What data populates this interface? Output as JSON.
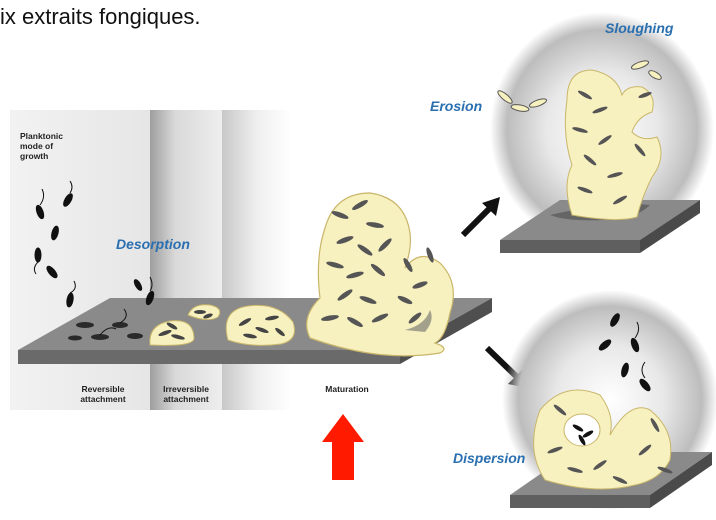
{
  "caption": "ix extraits fongiques.",
  "labels": {
    "planktonic": [
      "Planktonic",
      "mode of",
      "growth"
    ],
    "desorption": "Desorption",
    "erosion": "Erosion",
    "sloughing": "Sloughing",
    "dispersion": "Dispersion",
    "stages": {
      "reversible": [
        "Reversible",
        "attachment"
      ],
      "irreversible": [
        "Irreversible",
        "attachment"
      ],
      "maturation": "Maturation"
    }
  },
  "colors": {
    "biofilm_fill": "#f7f0bf",
    "biofilm_edge": "#c9b66a",
    "surface_top": "#8a8a8a",
    "surface_side": "#5a5a5a",
    "highlight_arrow": "#ff1a00",
    "dispersal_arrow": "#111111",
    "blue_label": "#2a6fb0"
  }
}
